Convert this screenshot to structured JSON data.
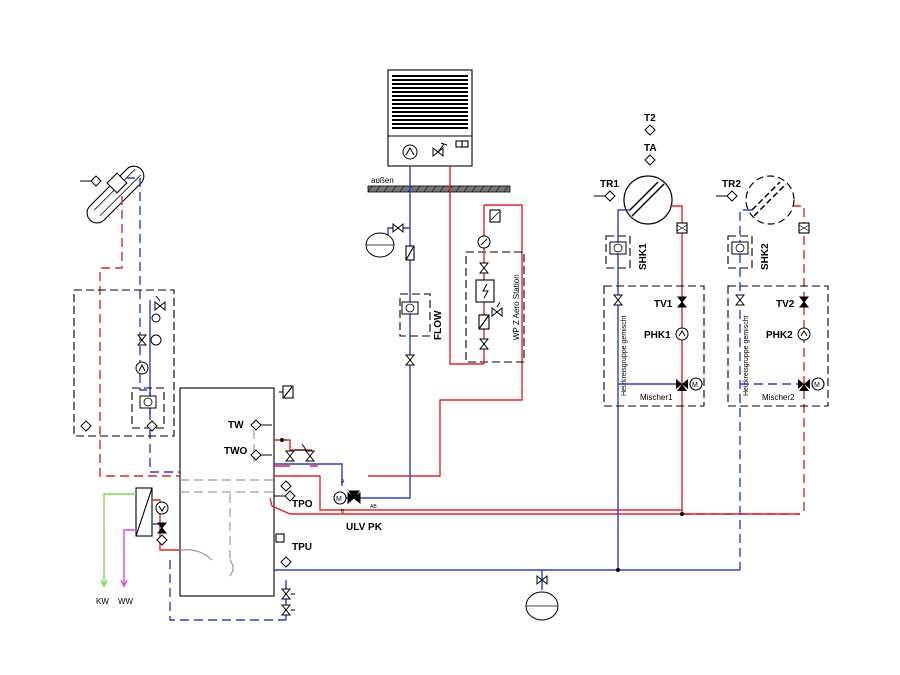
{
  "labels": {
    "aussen": "außen",
    "tw": "TW",
    "two": "TWO",
    "tpo": "TPO",
    "tpu": "TPU",
    "ulv": "ULV PK",
    "port_a": "A",
    "port_b": "B",
    "port_ab": "AB",
    "flow": "FLOW",
    "wp_station": "WP Z Aero Station",
    "t2": "T2",
    "ta": "TA",
    "tr1": "TR1",
    "tr2": "TR2",
    "shk1": "SHK1",
    "shk2": "SHK2",
    "tv1": "TV1",
    "tv2": "TV2",
    "phk1": "PHK1",
    "phk2": "PHK2",
    "hkg1": "Heizkreisgruppe gemischt",
    "hkg2": "Heizkreisgruppe gemischt",
    "mischer1": "Mischer1",
    "mischer2": "Mischer2",
    "kw": "KW",
    "ww": "WW",
    "motor_m": "M"
  },
  "colors": {
    "supply": "#e0262b",
    "return": "#2d3fc7",
    "cold_water": "#7ed957",
    "hot_water": "#e040e8",
    "internal": "#9a9a9a"
  }
}
